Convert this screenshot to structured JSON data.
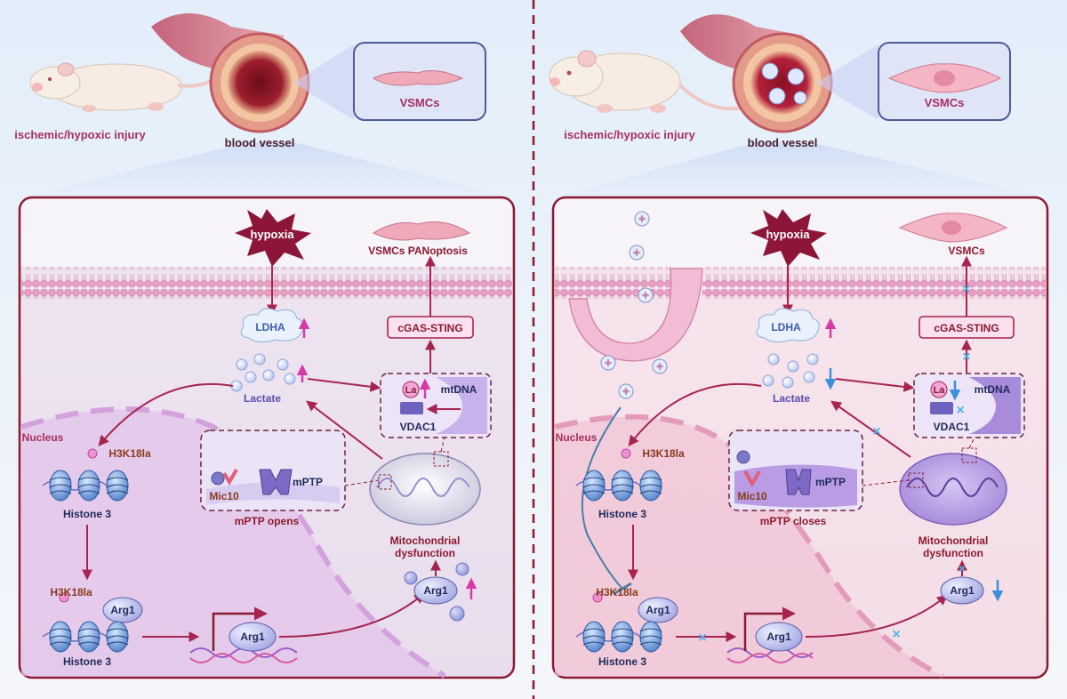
{
  "left": {
    "injury_label": "ischemic/hypoxic injury",
    "vessel_label": "blood vessel",
    "cell_label": "VSMCs",
    "hypoxia": "hypoxia",
    "outcome": "VSMCs PANoptosis",
    "ldha": "LDHA",
    "cgas": "cGAS-STING",
    "lactate": "Lactate",
    "la": "La",
    "mtdna": "mtDNA",
    "vdac1": "VDAC1",
    "nucleus": "Nucleus",
    "h3k18la_top": "H3K18la",
    "histone_top": "Histone 3",
    "mic10": "Mic10",
    "mptp": "mPTP",
    "mptp_state": "mPTP opens",
    "mito_line1": "Mitochondrial",
    "mito_line2": "dysfunction",
    "h3k18la_bottom": "H3K18la",
    "arg1_bound": "Arg1",
    "histone_bottom": "Histone 3",
    "arg1_gene": "Arg1",
    "arg1_protein": "Arg1"
  },
  "right": {
    "injury_label": "ischemic/hypoxic injury",
    "vessel_label": "blood vessel",
    "cell_label": "VSMCs",
    "hypoxia": "hypoxia",
    "outcome": "VSMCs",
    "ldha": "LDHA",
    "cgas": "cGAS-STING",
    "lactate": "Lactate",
    "la": "La",
    "mtdna": "mtDNA",
    "vdac1": "VDAC1",
    "nucleus": "Nucleus",
    "h3k18la_top": "H3K18la",
    "histone_top": "Histone 3",
    "mic10": "Mic10",
    "mptp": "mPTP",
    "mptp_state": "mPTP closes",
    "mito_line1": "Mitochondrial",
    "mito_line2": "dysfunction",
    "h3k18la_bottom": "H3K18la",
    "arg1_bound": "Arg1",
    "histone_bottom": "Histone 3",
    "arg1_gene": "Arg1",
    "arg1_protein": "Arg1"
  },
  "colors": {
    "arrow": "#a6254f",
    "up_arrow": "#d63aa8",
    "down_arrow": "#3d8fd8",
    "block_x": "#4fb3e8",
    "text_magenta": "#a6305f",
    "text_navy": "#1f2a5c",
    "text_brown": "#8a3b1d",
    "divider": "#8b1a30"
  }
}
